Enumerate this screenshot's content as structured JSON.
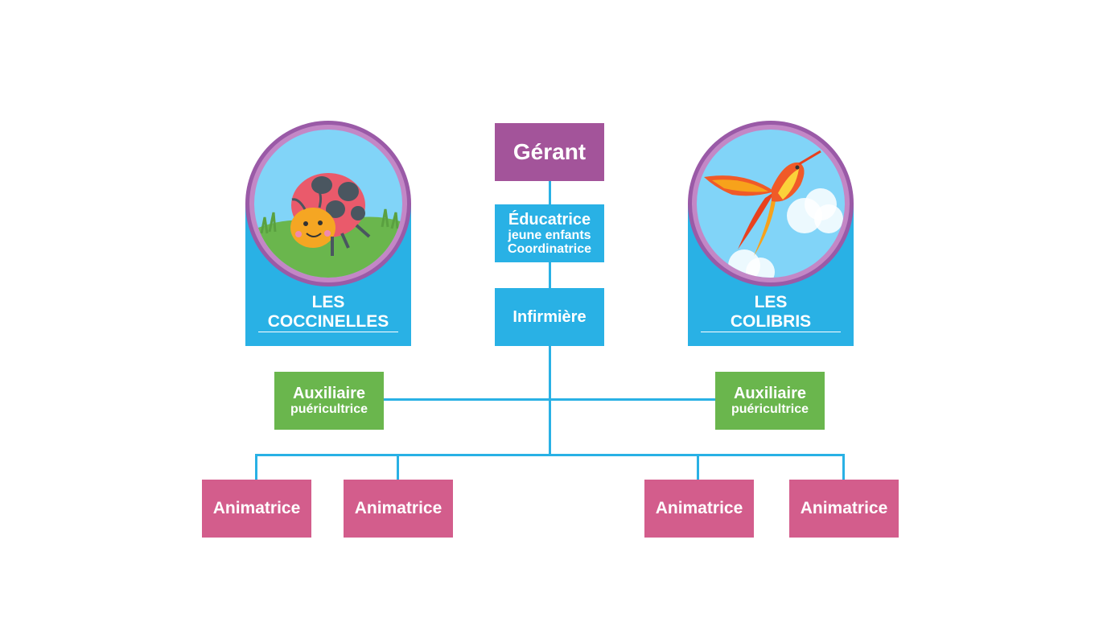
{
  "colors": {
    "purple": "#a3549a",
    "blue": "#29b1e5",
    "green": "#6ab64d",
    "pink": "#d35d8c",
    "connector": "#29b1e5"
  },
  "nodes": {
    "gerant": "Gérant",
    "educatrice": {
      "line1": "Éducatrice",
      "line2": "jeune enfants",
      "line3": "Coordinatrice"
    },
    "infirmiere": "Infirmière",
    "auxiliaire_left": {
      "line1": "Auxiliaire",
      "line2": "puéricultrice"
    },
    "auxiliaire_right": {
      "line1": "Auxiliaire",
      "line2": "puéricultrice"
    },
    "animatrices": [
      "Animatrice",
      "Animatrice",
      "Animatrice",
      "Animatrice"
    ]
  },
  "groups": {
    "left": {
      "line1": "LES",
      "line2": "COCCINELLES",
      "icon": "ladybug-icon"
    },
    "right": {
      "line1": "LES",
      "line2": "COLIBRIS",
      "icon": "hummingbird-icon"
    }
  }
}
